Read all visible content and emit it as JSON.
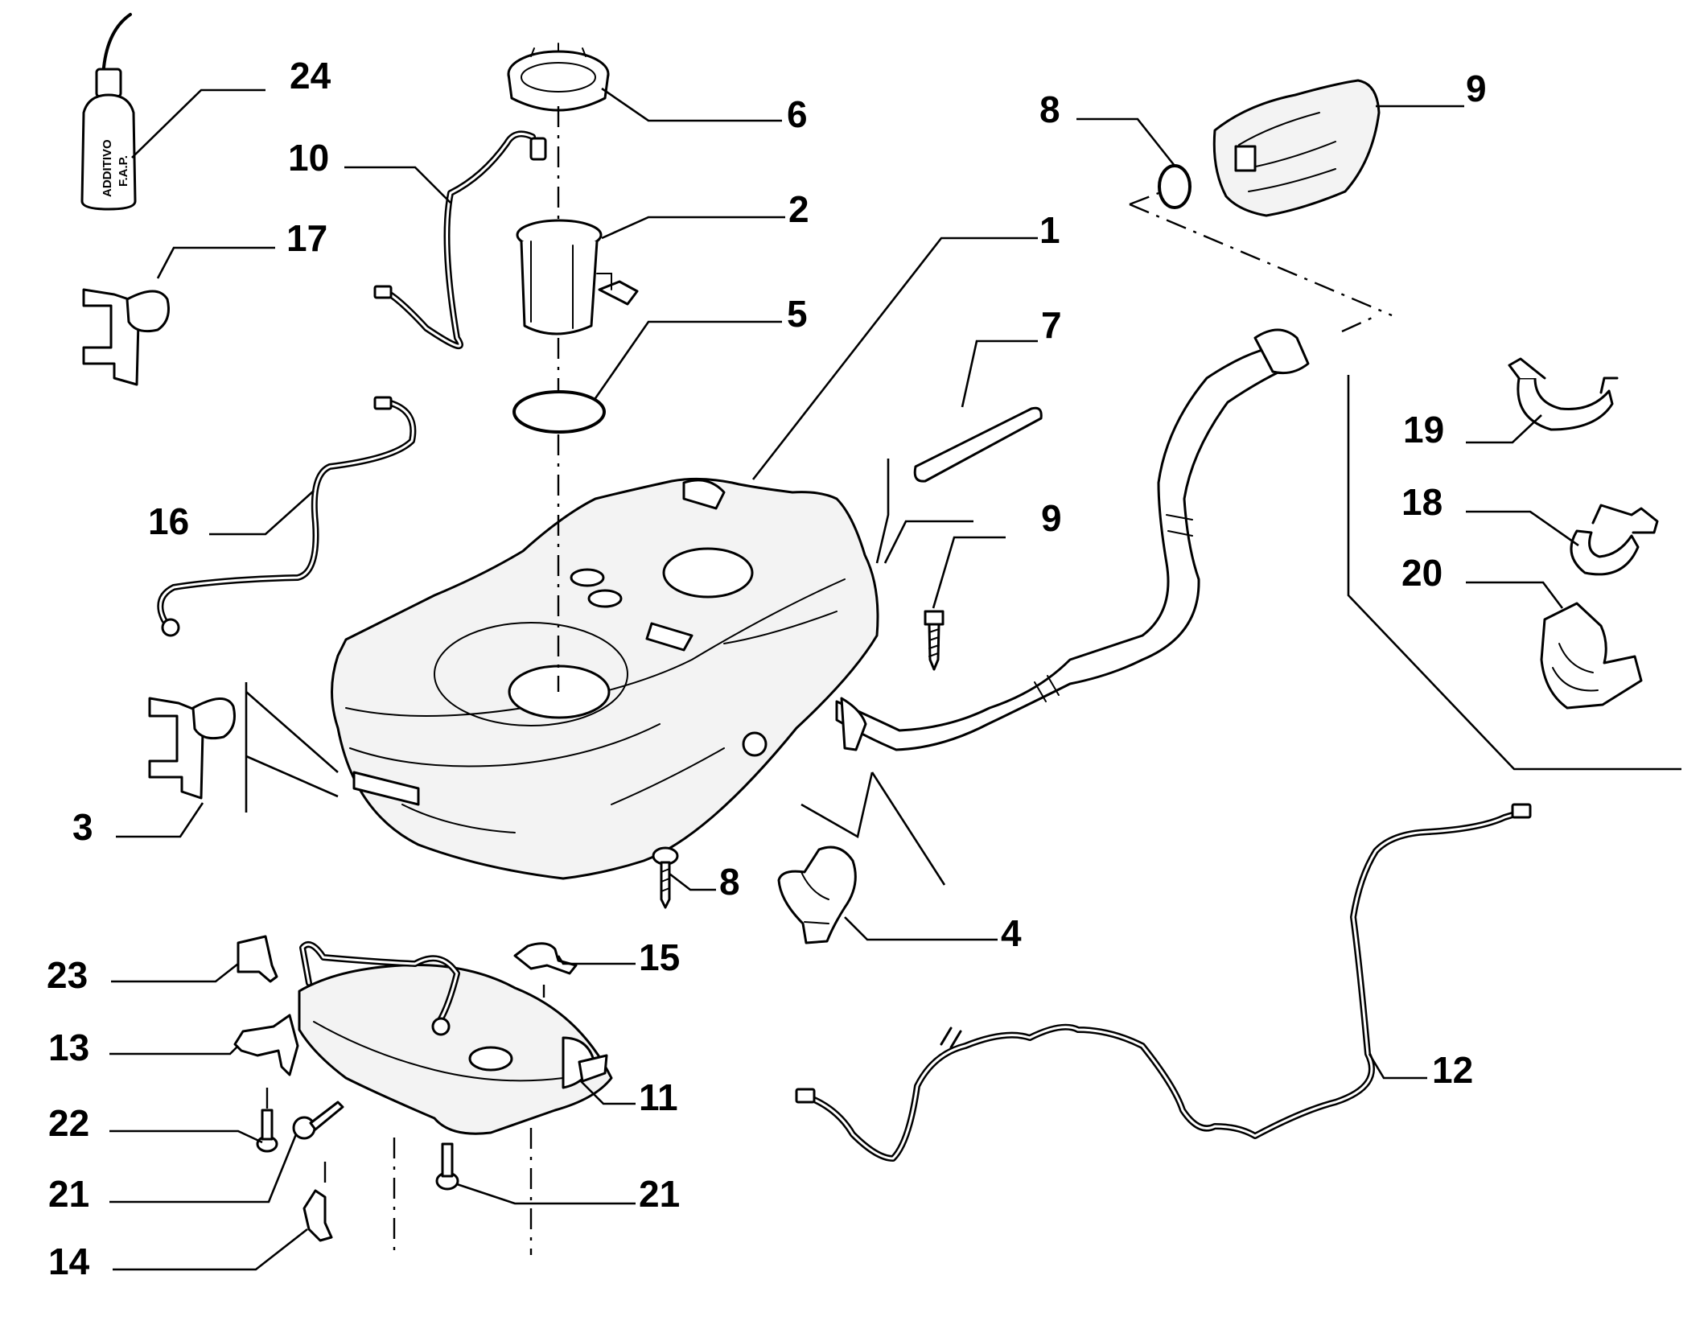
{
  "bottle_label": [
    "ADDITIVO",
    "F.A.P."
  ],
  "callouts": [
    {
      "id": "c24",
      "text": "24"
    },
    {
      "id": "c6",
      "text": "6"
    },
    {
      "id": "c10",
      "text": "10"
    },
    {
      "id": "c2",
      "text": "2"
    },
    {
      "id": "c17",
      "text": "17"
    },
    {
      "id": "c5",
      "text": "5"
    },
    {
      "id": "c1",
      "text": "1"
    },
    {
      "id": "c8a",
      "text": "8"
    },
    {
      "id": "c9a",
      "text": "9"
    },
    {
      "id": "c7",
      "text": "7"
    },
    {
      "id": "c9b",
      "text": "9"
    },
    {
      "id": "c16",
      "text": "16"
    },
    {
      "id": "c19",
      "text": "19"
    },
    {
      "id": "c18",
      "text": "18"
    },
    {
      "id": "c20",
      "text": "20"
    },
    {
      "id": "c3",
      "text": "3"
    },
    {
      "id": "c8b",
      "text": "8"
    },
    {
      "id": "c4",
      "text": "4"
    },
    {
      "id": "c23",
      "text": "23"
    },
    {
      "id": "c15",
      "text": "15"
    },
    {
      "id": "c13",
      "text": "13"
    },
    {
      "id": "c11",
      "text": "11"
    },
    {
      "id": "c12",
      "text": "12"
    },
    {
      "id": "c22",
      "text": "22"
    },
    {
      "id": "c21a",
      "text": "21"
    },
    {
      "id": "c21b",
      "text": "21"
    },
    {
      "id": "c14",
      "text": "14"
    }
  ]
}
